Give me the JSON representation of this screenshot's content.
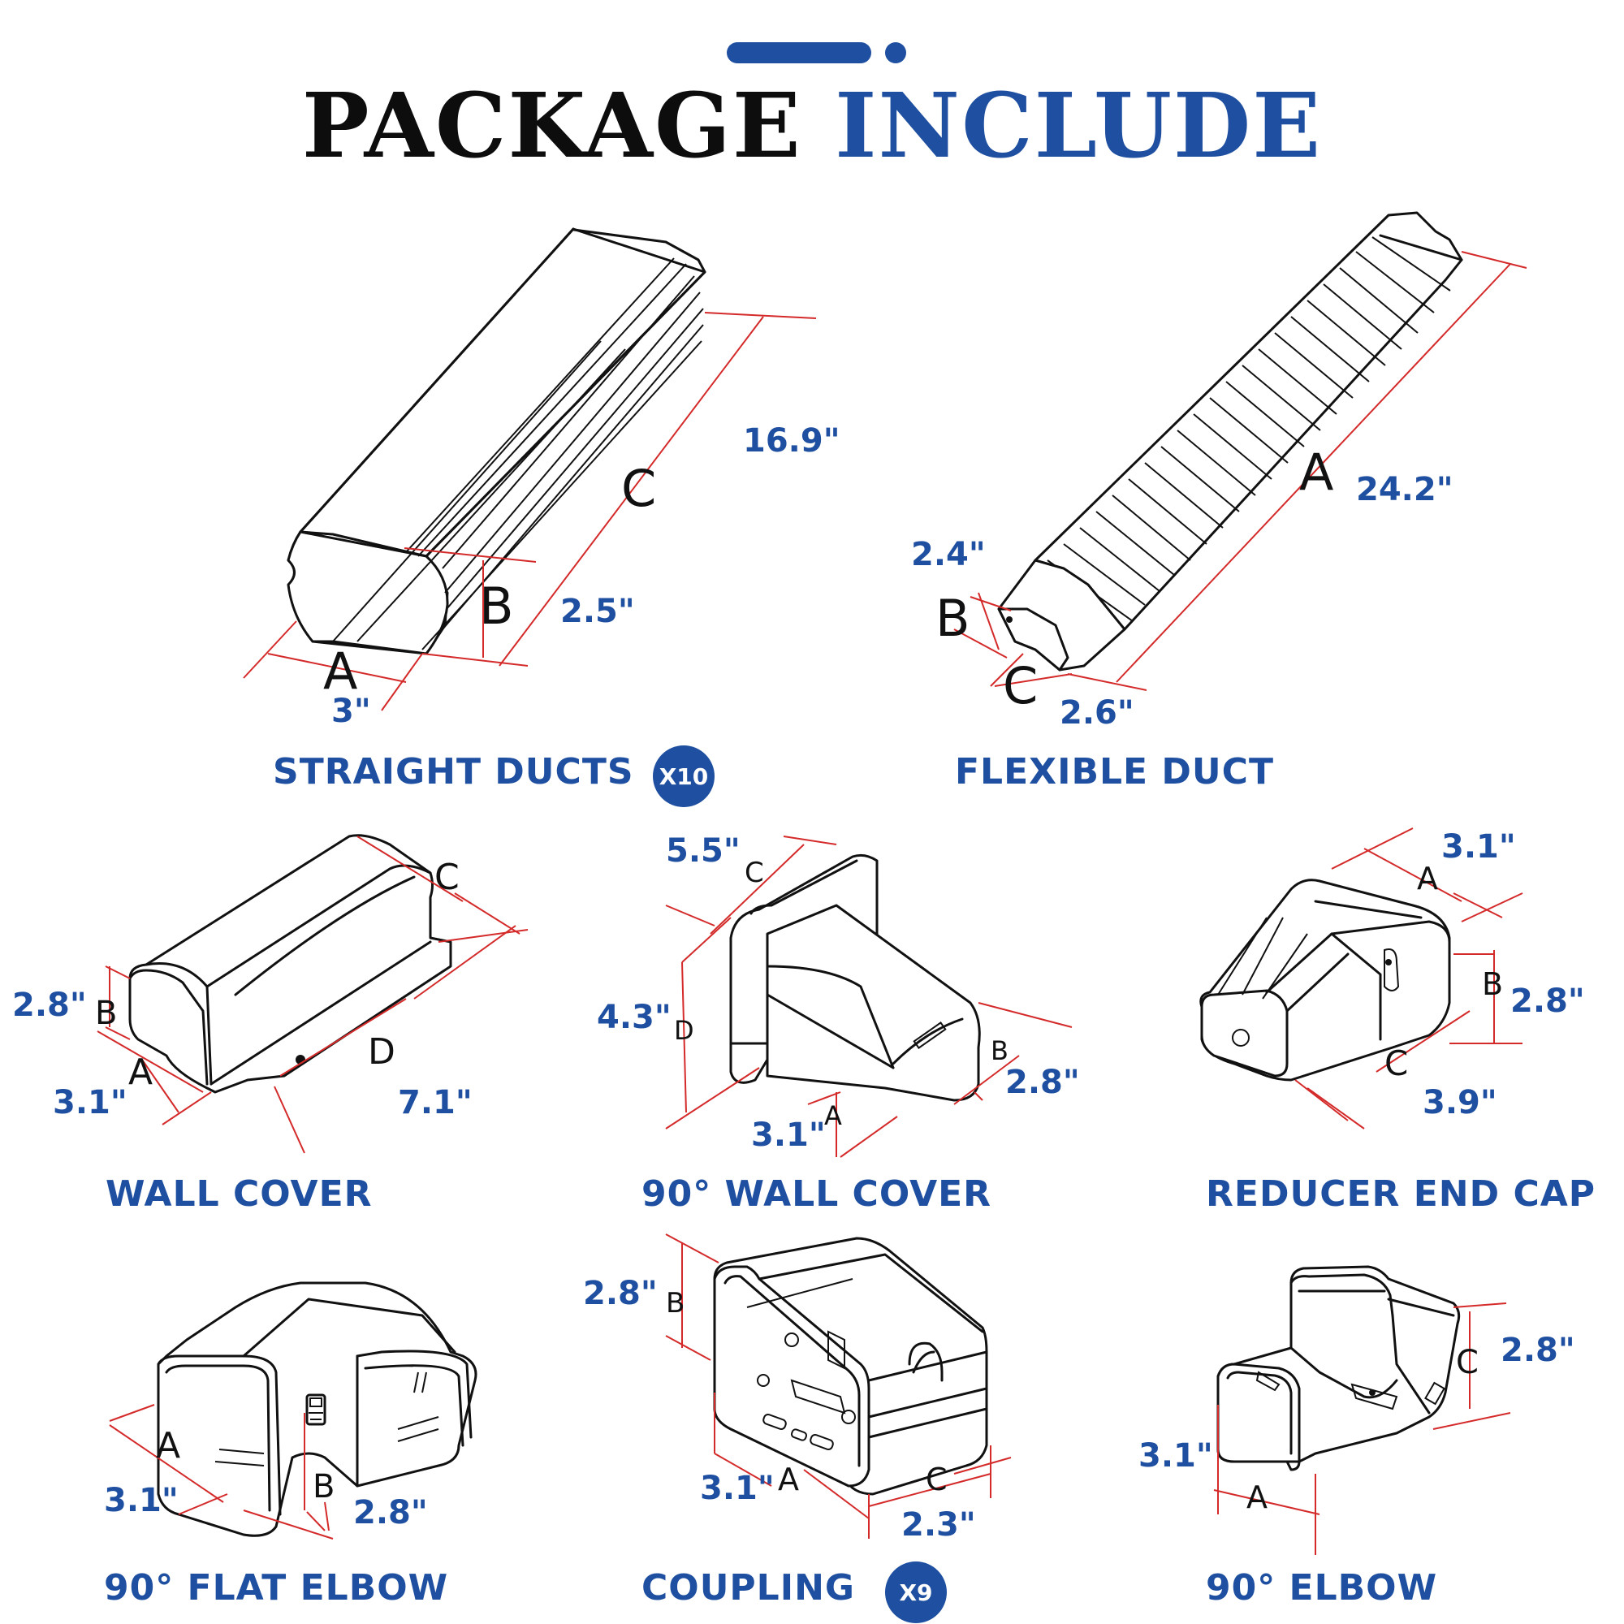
{
  "header": {
    "title_part1": "PACKAGE",
    "title_part2": "INCLUDE"
  },
  "colors": {
    "accent": "#1f4fa0",
    "ink": "#111111",
    "dimension_line": "#d42a2a",
    "background": "#ffffff"
  },
  "items": [
    {
      "name": "STRAIGHT DUCTS",
      "badge": "X10",
      "icon": "straight-duct-drawing",
      "dims": {
        "A": "3\"",
        "B": "2.5\"",
        "C": "16.9\""
      }
    },
    {
      "name": "FLEXIBLE DUCT",
      "icon": "flexible-duct-drawing",
      "dims": {
        "A": "24.2\"",
        "B": "2.4\"",
        "C": "2.6\""
      }
    },
    {
      "name": "WALL COVER",
      "icon": "wall-cover-drawing",
      "dims": {
        "A": "3.1\"",
        "B": "2.8\"",
        "D": "7.1\""
      },
      "extra_letters": [
        "C"
      ]
    },
    {
      "name": "90° WALL COVER",
      "icon": "wall-cover-90-drawing",
      "dims": {
        "A": "3.1\"",
        "B": "2.8\"",
        "C": "5.5\"",
        "D": "4.3\""
      }
    },
    {
      "name": "REDUCER END CAP",
      "icon": "reducer-end-cap-drawing",
      "dims": {
        "A": "3.1\"",
        "B": "2.8\"",
        "C": "3.9\""
      }
    },
    {
      "name": "90° FLAT ELBOW",
      "icon": "flat-elbow-drawing",
      "dims": {
        "A": "3.1\"",
        "B": "2.8\""
      }
    },
    {
      "name": "COUPLING",
      "badge": "X9",
      "icon": "coupling-drawing",
      "dims": {
        "A": "3.1\"",
        "B": "2.8\"",
        "C": "2.3\""
      }
    },
    {
      "name": "90° ELBOW",
      "icon": "elbow-90-drawing",
      "dims": {
        "A": "3.1\"",
        "C": "2.8\""
      }
    }
  ]
}
